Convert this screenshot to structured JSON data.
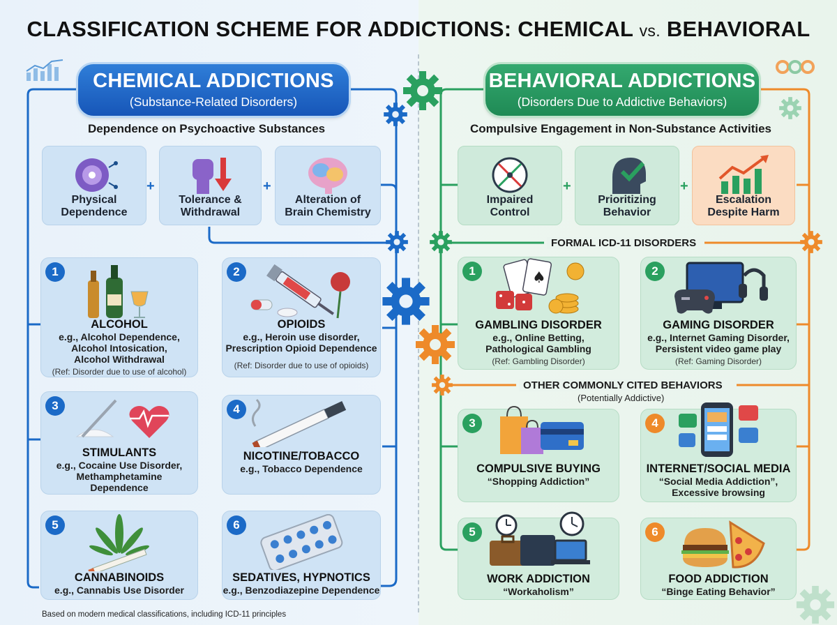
{
  "title": {
    "main": "CLASSIFICATION SCHEME FOR ADDICTIONS: CHEMICAL",
    "vs": "vs.",
    "end": "BEHAVIORAL"
  },
  "chemical": {
    "header": "CHEMICAL ADDICTIONS",
    "subheader": "(Substance-Related Disorders)",
    "tagline": "Dependence on Psychoactive Substances",
    "traits": [
      {
        "line1": "Physical",
        "line2": "Dependence"
      },
      {
        "line1": "Tolerance &",
        "line2": "Withdrawal"
      },
      {
        "line1": "Alteration of",
        "line2": "Brain Chemistry"
      }
    ],
    "cards": [
      {
        "num": "1",
        "name": "ALCOHOL",
        "ex": [
          "e.g., Alcohol Dependence,",
          "Alcohol Intosication,",
          "Alcohol Withdrawal"
        ],
        "ref": "(Ref: Disorder due to use of alcohol)"
      },
      {
        "num": "2",
        "name": "OPIOIDS",
        "ex": [
          "e.g., Heroin use disorder,",
          "Prescription Opioid Dependence"
        ],
        "ref": "(Ref: Disorder due to use of opioids)"
      },
      {
        "num": "3",
        "name": "STIMULANTS",
        "ex": [
          "e.g., Cocaine Use Disorder,",
          "Methamphetamine",
          "Dependence"
        ],
        "ref": ""
      },
      {
        "num": "4",
        "name": "NICOTINE/TOBACCO",
        "ex": [
          "e.g., Tobacco Dependence"
        ],
        "ref": ""
      },
      {
        "num": "5",
        "name": "CANNABINOIDS",
        "ex": [
          "e.g., Cannabis Use Disorder"
        ],
        "ref": ""
      },
      {
        "num": "6",
        "name": "SEDATIVES, HYPNOTICS",
        "ex": [
          "e.g., Benzodiazepine Dependence"
        ],
        "ref": ""
      }
    ]
  },
  "behavioral": {
    "header": "BEHAVIORAL ADDICTIONS",
    "subheader": "(Disorders Due to Addictive Behaviors)",
    "tagline": "Compulsive Engagement in Non-Substance Activities",
    "traits": [
      {
        "line1": "Impaired",
        "line2": "Control"
      },
      {
        "line1": "Prioritizing",
        "line2": "Behavior"
      },
      {
        "line1": "Escalation",
        "line2": "Despite Harm"
      }
    ],
    "section_formal": "FORMAL ICD-11 DISORDERS",
    "section_other": "OTHER COMMONLY CITED BEHAVIORS",
    "section_other_sub": "(Potentially Addictive)",
    "cards": [
      {
        "num": "1",
        "name": "GAMBLING DISORDER",
        "ex": [
          "e.g., Online Betting,",
          "Pathological Gambling"
        ],
        "ref": "(Ref: Gambling Disorder)"
      },
      {
        "num": "2",
        "name": "GAMING DISORDER",
        "ex": [
          "e.g., Internet Gaming Disorder,",
          "Persistent video game play"
        ],
        "ref": "(Ref: Gaming Disorder)"
      },
      {
        "num": "3",
        "name": "COMPULSIVE BUYING",
        "ex": [
          "“Shopping Addiction”"
        ],
        "ref": ""
      },
      {
        "num": "4",
        "name": "INTERNET/SOCIAL MEDIA",
        "ex": [
          "“Social Media Addiction”,",
          "Excessive browsing"
        ],
        "ref": ""
      },
      {
        "num": "5",
        "name": "WORK ADDICTION",
        "ex": [
          "“Workaholism”"
        ],
        "ref": ""
      },
      {
        "num": "6",
        "name": "FOOD ADDICTION",
        "ex": [
          "“Binge Eating Behavior”"
        ],
        "ref": ""
      }
    ]
  },
  "footer": "Based on modern medical classifications, including ICD-11 principles",
  "colors": {
    "chem_blue": "#1b6ac7",
    "behav_green": "#2aa05f",
    "accent_orange": "#ee8a2a"
  },
  "icons": [
    "gear-icon",
    "neuron-icon",
    "fist-icon",
    "brain-icon",
    "compass-icon",
    "head-check-icon",
    "growth-chart-icon",
    "bottle-icon",
    "syringe-icon",
    "heart-pulse-icon",
    "cigarette-icon",
    "cannabis-leaf-icon",
    "pill-blister-icon",
    "cards-dice-icon",
    "gamepad-monitor-icon",
    "shopping-bag-icon",
    "phone-social-icon",
    "briefcase-clock-icon",
    "burger-pizza-icon"
  ]
}
